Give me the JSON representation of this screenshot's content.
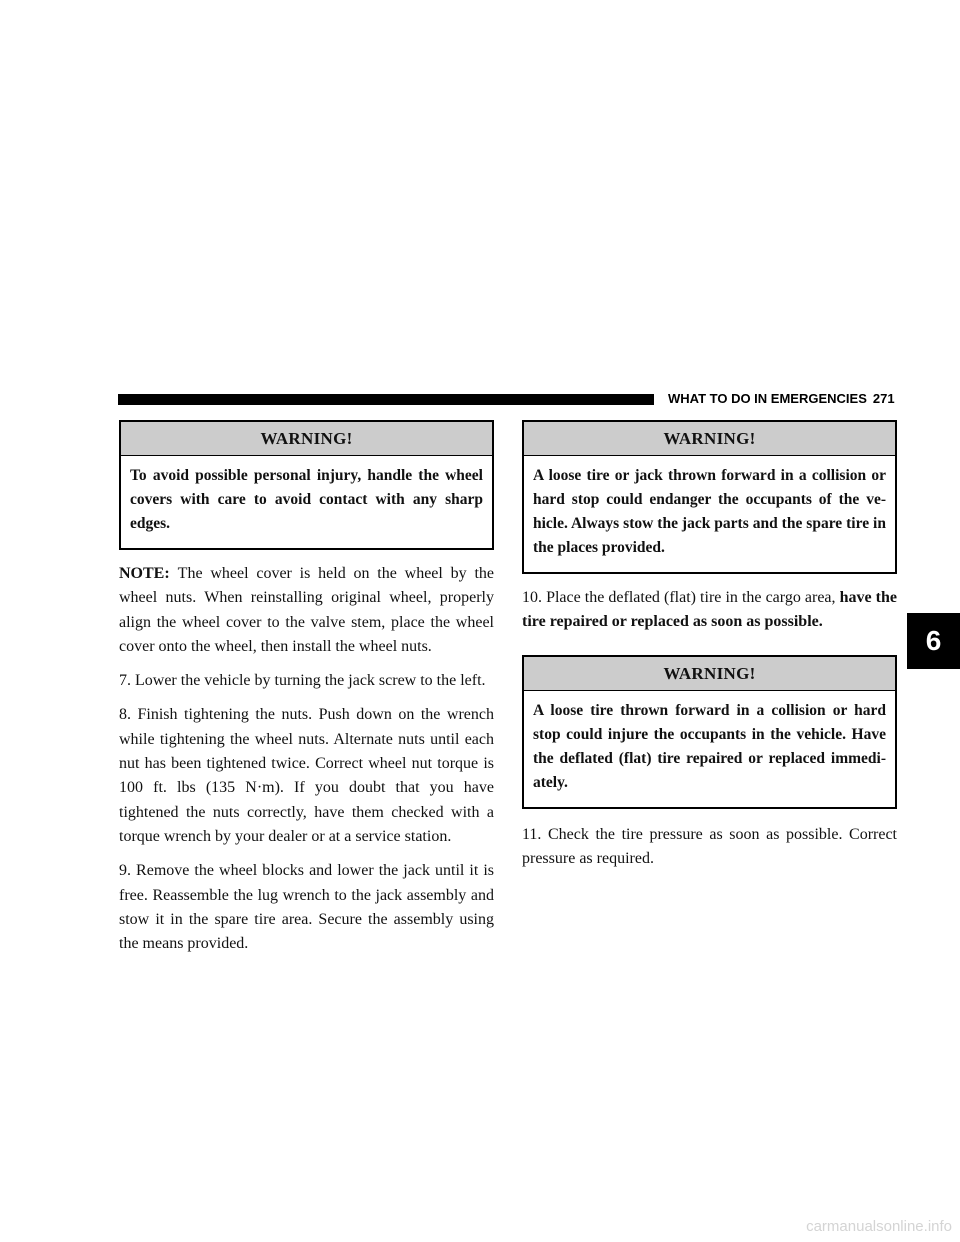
{
  "header": {
    "section_title": "WHAT TO DO IN EMERGENCIES",
    "page_number": "271"
  },
  "left_column": {
    "warning_1": {
      "title": "WARNING!",
      "body": "To avoid possible personal injury, handle the wheel covers with care to avoid contact with any sharp edges."
    },
    "note": {
      "label": "NOTE:",
      "text": "The wheel cover is held on the wheel by the wheel nuts. When reinstalling original wheel, properly align the wheel cover to the valve stem, place the wheel cover onto the wheel, then install the wheel nuts."
    },
    "step_7": "7.  Lower the vehicle by turning the jack screw to the left.",
    "step_8": "8.  Finish tightening the nuts. Push down on the wrench while tightening the wheel nuts. Alternate nuts until each nut has been tightened twice. Correct wheel nut torque is 100 ft. lbs (135 N·m). If you doubt that you have tightened the nuts correctly, have them checked with a torque wrench by your dealer or at a service station.",
    "step_9": "9.  Remove the wheel blocks and lower the jack until it is free. Reassemble the lug wrench to the jack assembly and stow it in the spare tire area. Secure the assembly using the means provided."
  },
  "right_column": {
    "warning_2": {
      "title": "WARNING!",
      "body": "A loose tire or jack thrown forward in a collision or hard stop could endanger the occupants of the ve-hicle. Always stow the jack parts and the spare tire in the places provided."
    },
    "step_10": {
      "normal": "10.  Place the deflated (flat) tire in the cargo area, ",
      "bold": "have the tire repaired or replaced as soon as possible."
    },
    "warning_3": {
      "title": "WARNING!",
      "body": "A loose tire thrown forward in a collision or hard stop could injure the occupants in the vehicle. Have the deflated (flat) tire repaired or replaced immedi-ately."
    },
    "step_11": "11.  Check the tire pressure as soon as possible. Correct pressure as required."
  },
  "chapter_tab": "6",
  "watermark": "carmanualsonline.info"
}
